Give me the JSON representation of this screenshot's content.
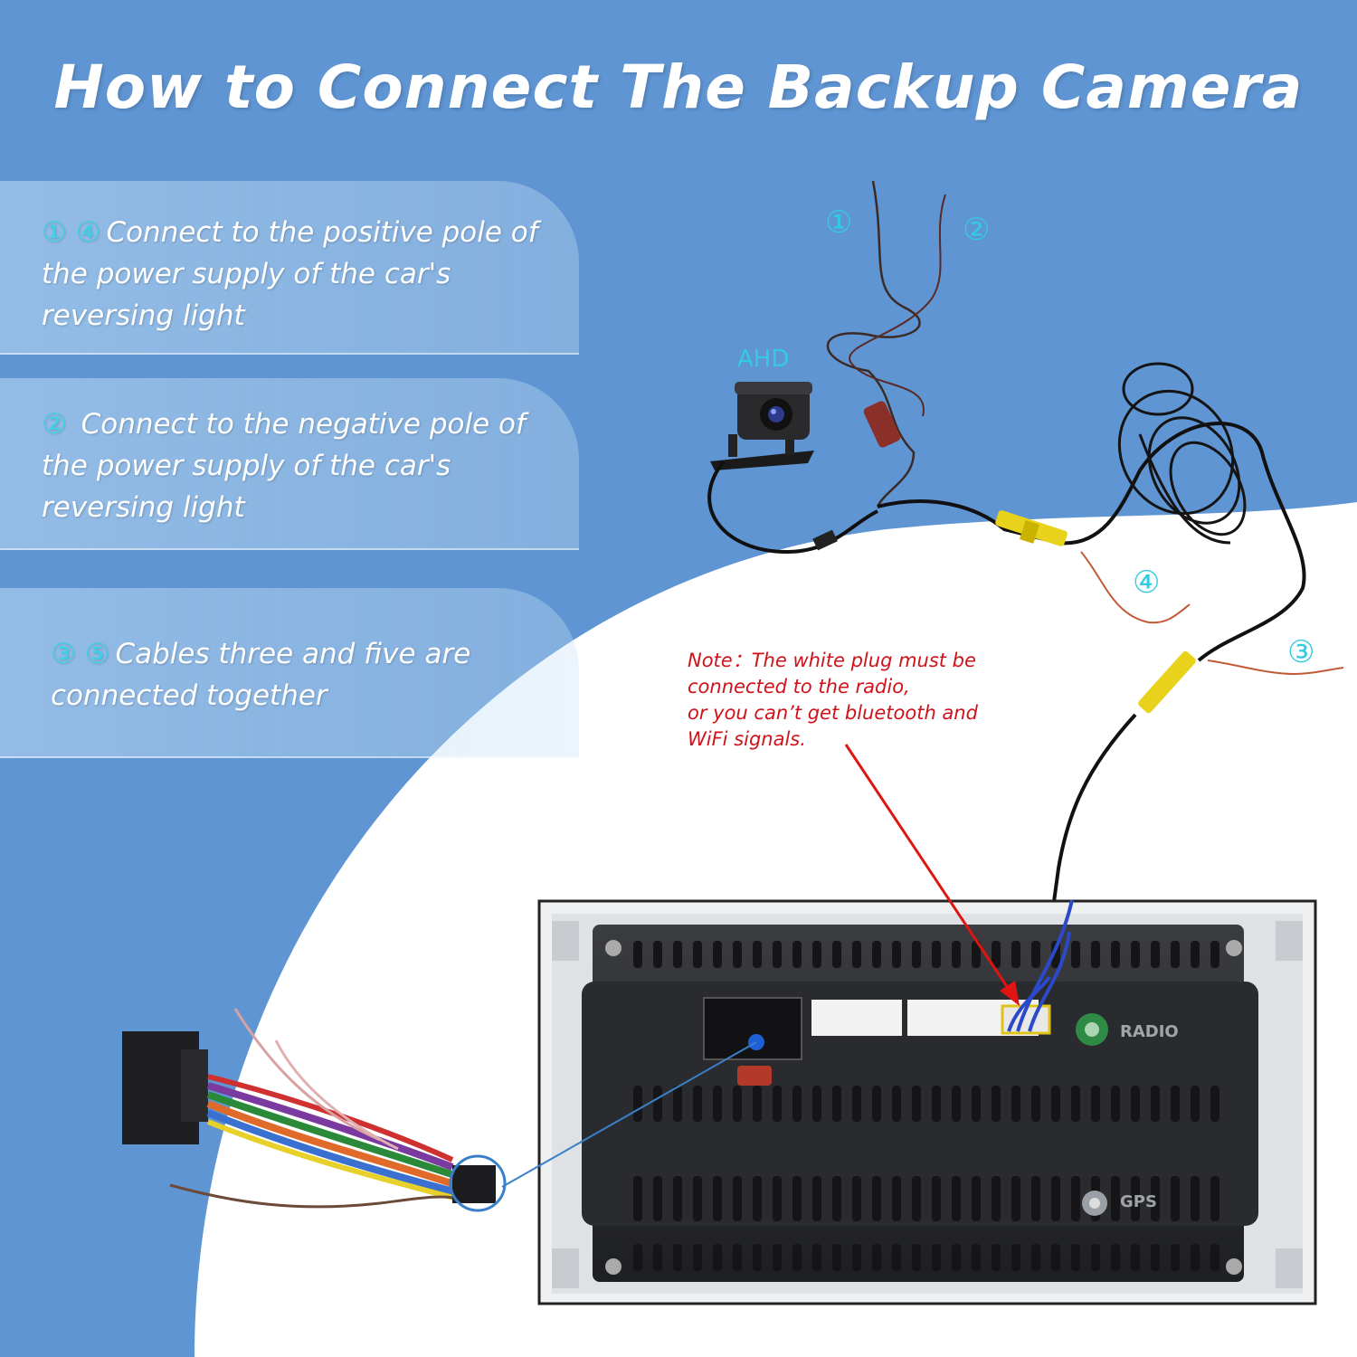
{
  "title": "How to Connect The Backup Camera",
  "steps": [
    {
      "numbers": "① ④",
      "text": "Connect to the positive pole of the power supply of the car's reversing light"
    },
    {
      "numbers": "②",
      "text": " Connect to the negative pole of the power supply of the car's reversing light"
    },
    {
      "numbers": "③ ⑤",
      "text": "Cables three and five are connected  together"
    }
  ],
  "diagram": {
    "camera_label": "AHD",
    "callouts": [
      "①",
      "②",
      "③",
      "④"
    ],
    "note_lines": [
      "Note：The white plug must be",
      "connected to the radio,",
      "or you can’t get bluetooth and",
      "WiFi signals."
    ],
    "radio_label": "RADIO",
    "gps_label": "GPS"
  },
  "colors": {
    "background": "#5f95d3",
    "note": "#d0121a",
    "callout": "#34cbe0",
    "title": "#ffffff"
  }
}
